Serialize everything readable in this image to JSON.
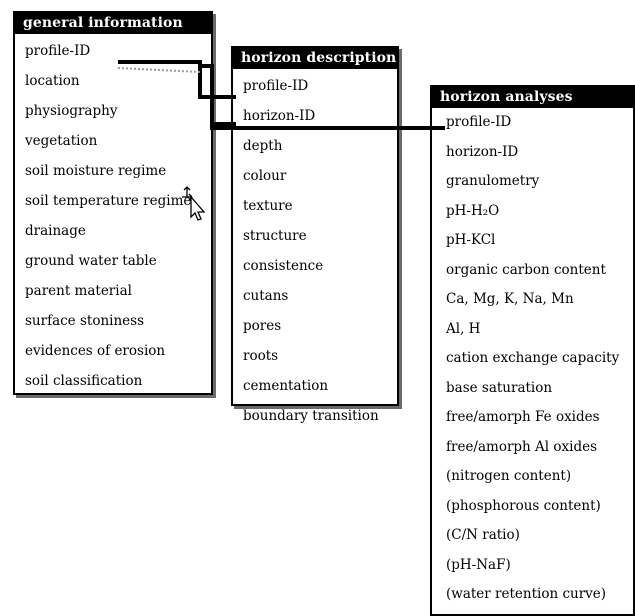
{
  "tables": [
    {
      "title": "general information",
      "fields": [
        "profile-ID",
        "location",
        "physiography",
        "vegetation",
        "soil moisture regime",
        "soil temperature regime",
        "drainage",
        "ground water table",
        "parent material",
        "surface stoniness",
        "evidences of erosion",
        "soil classification"
      ]
    },
    {
      "title": "horizon description",
      "fields": [
        "profile-ID",
        "horizon-ID",
        "depth",
        "colour",
        "texture",
        "structure",
        "consistence",
        "cutans",
        "pores",
        "roots",
        "cementation",
        "boundary transition"
      ]
    },
    {
      "title": "horizon analyses",
      "fields": [
        "profile-ID",
        "horizon-ID",
        "granulometry",
        "pH-H₂O",
        "pH-KCl",
        "organic carbon content",
        "Ca, Mg, K, Na, Mn",
        "Al, H",
        "cation exchange capacity",
        "base saturation",
        "free/amorph Fe oxides",
        "free/amorph Al oxides",
        "(nitrogen content)",
        "(phosphorous content)",
        "(C/N ratio)",
        "(pH-NaF)",
        "(water retention curve)"
      ]
    }
  ],
  "cursor_icon": "move-cursor-icon"
}
